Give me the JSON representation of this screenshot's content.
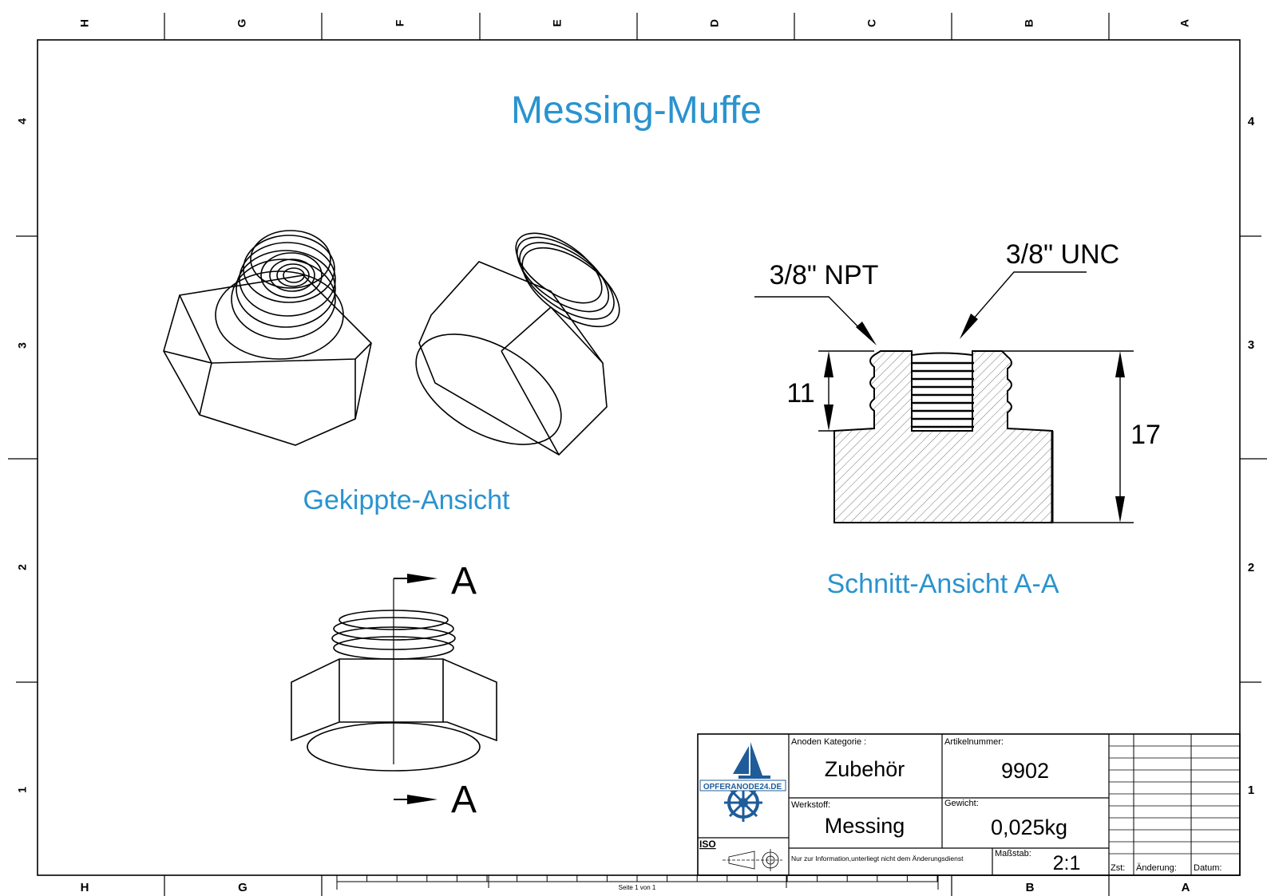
{
  "title": "Messing-Muffe",
  "captions": {
    "tilted_view": "Gekippte-Ansicht",
    "section_view": "Schnitt-Ansicht A-A"
  },
  "border": {
    "columns_top": [
      "H",
      "G",
      "F",
      "E",
      "D",
      "C",
      "B",
      "A"
    ],
    "columns_bottom": [
      "H",
      "G",
      "B",
      "A"
    ],
    "rows": [
      "4",
      "3",
      "2",
      "1"
    ]
  },
  "dimensions": {
    "thread_npt": "3/8\" NPT",
    "thread_unc": "3/8\" UNC",
    "depth": "11",
    "height": "17"
  },
  "section_marker": "A",
  "title_block": {
    "logo_text": "OPFERANODE24.DE",
    "category_label": "Anoden Kategorie :",
    "category_value": "Zubehör",
    "article_label": "Artikelnummer:",
    "article_value": "9902",
    "material_label": "Werkstoff:",
    "material_value": "Messing",
    "weight_label": "Gewicht:",
    "weight_value": "0,025kg",
    "iso_label": "ISO",
    "note": "Nur zur Information,unterliegt nicht dem Änderungsdienst",
    "scale_label": "Maßstab:",
    "scale_value": "2:1",
    "rev_zst": "Zst:",
    "rev_change": "Änderung:",
    "rev_date": "Datum:",
    "page": "Seite 1 von 1"
  },
  "colors": {
    "accent": "#2a93cf",
    "line": "#000000",
    "logo": "#1f5c99"
  }
}
